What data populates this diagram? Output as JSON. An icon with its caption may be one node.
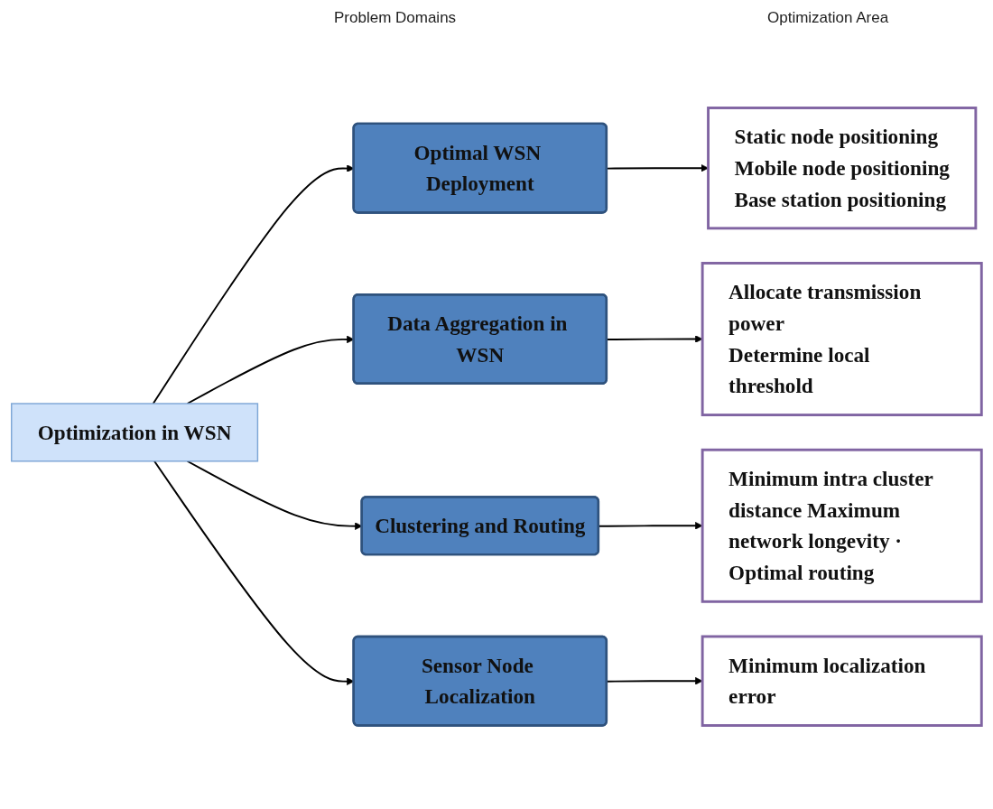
{
  "diagram": {
    "nodes": [
      {
        "text": [
          "Optimization in WSN"
        ]
      },
      {
        "text": [
          "Optimal WSN Deployment"
        ]
      },
      {
        "text": [
          "Data Aggregation in WSN"
        ]
      },
      {
        "text": [
          "Clustering and Routing"
        ]
      },
      {
        "text": [
          "Sensor Node Localization"
        ]
      },
      {
        "text": [
          "Static node positioning",
          "Mobile node positioning",
          "Base station positioning"
        ]
      },
      {
        "text": [
          "Allocate transmission power",
          "Determine local threshold"
        ]
      },
      {
        "text": [
          "Minimum intra cluster distance Maximum network longevity ·",
          "Optimal routing"
        ]
      },
      {
        "text": [
          "Minimum localization error"
        ]
      }
    ],
    "edges": [
      {
        "from": 0,
        "to": 1,
        "arrow": "to"
      },
      {
        "from": 0,
        "to": 2,
        "arrow": "to"
      },
      {
        "from": 0,
        "to": 3,
        "arrow": "to"
      },
      {
        "from": 0,
        "to": 4,
        "arrow": "to"
      },
      {
        "from": 1,
        "to": 5,
        "arrow": "to"
      },
      {
        "from": 2,
        "to": 6,
        "arrow": "to"
      },
      {
        "from": 3,
        "to": 7,
        "arrow": "to"
      },
      {
        "from": 4,
        "to": 8,
        "arrow": "to"
      }
    ],
    "labels": [
      "Problem Domains",
      "Optimization Area"
    ]
  }
}
